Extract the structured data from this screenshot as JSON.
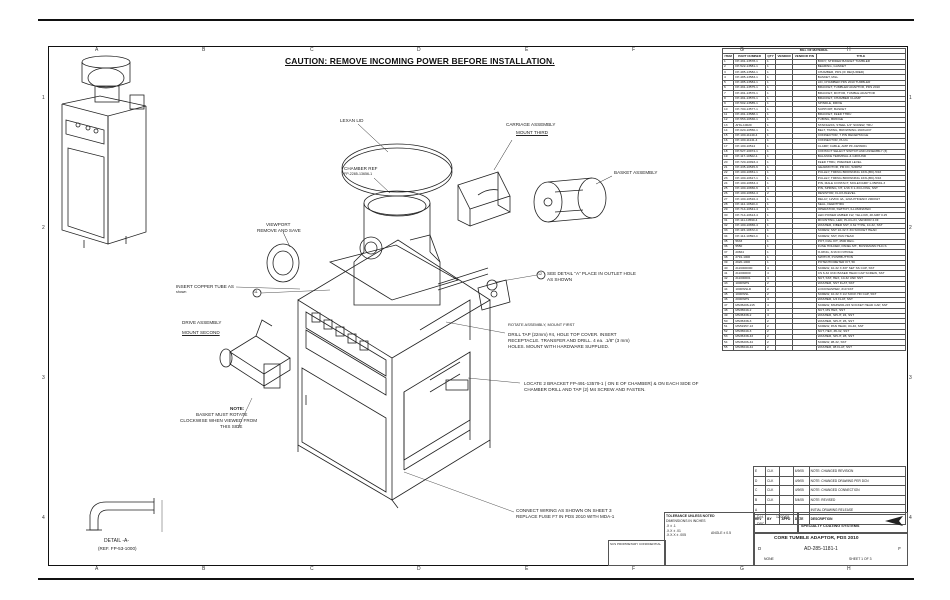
{
  "caution": "CAUTION: REMOVE INCOMING POWER BEFORE INSTALLATION.",
  "zones": {
    "top": [
      "A",
      "B",
      "C",
      "D",
      "E",
      "F",
      "G",
      "H"
    ],
    "side": [
      "1",
      "2",
      "3",
      "4"
    ]
  },
  "labels": {
    "lexan_lid": "LEXAN LID",
    "carriage_assembly": "CARRIAGE ASSEMBLY",
    "mount_third": "MOUNT THIRD",
    "basket_assembly": "BASKET ASSEMBLY",
    "chamber_ref": "CHAMBER REF",
    "chamber_ref_pn": "FP-2285-13656-1",
    "viewport": "VIEWPORT",
    "viewport_note": "REMOVE AND SAVE",
    "insert_copper": "INSERT COPPER TUBE AS",
    "insert_copper_2": "shown",
    "see_detail": "SEE DETAIL \"A\" PLACE IN OUTLET HOLE",
    "see_detail_2": "AS SHOWN",
    "rotate_note": "ROTATE ASSEMBLY, MOUNT FIRST",
    "drill_tap": "DRILL TAP (22mm) #4, HOLE TOP COVER. INSERT",
    "drill_tap_2": "RECEPTACLE. TRANSFER AND DRILL. 4 ea. .1/8\" (3 mm)",
    "drill_tap_3": "HOLES. MOUNT WITH HARDWARE SUPPLIED.",
    "drive_assembly": "DRIVE ASSEMBLY",
    "mount_second": "MOUNT SECOND",
    "note_title": "NOTE:",
    "note_1": "BASKET MUST ROTATE",
    "note_2": "CLOCKWISE WHEN VIEWED FROM",
    "note_3": "THIS SIDE",
    "locate_bracket": "LOCATE 2 BRACKET FP-491-13579-1 ( ON E OF CHAMBER) & ON EACH SIDE OF",
    "locate_bracket_2": "CHAMBER DRILL AND TAP (2) M4 SCREW AND FASTEN.",
    "connect_wiring": "CONNECT WIRING AS SHOWN ON SHEET 3",
    "connect_wiring_2": "REPLACE FUSE F7 IN PDS 2010 WITH MDA-1",
    "detail_a": "DETAIL -A-",
    "detail_a_ref": "(REF. FP-53-1000)",
    "item_11": "11",
    "item_12": "12"
  },
  "bom": {
    "title": "BILL OF MATERIAL",
    "headers": [
      "ITEM",
      "PART NUMBER",
      "QTY",
      "VENDOR",
      "VENDOR P/N",
      "TITLE"
    ],
    "rows": [
      [
        "1",
        "FP-491-13578-1",
        "1",
        "",
        "",
        "BODY, STRIDER BASKET TUMBLER"
      ],
      [
        "2",
        "FP-522-13581-1",
        "1",
        "",
        "",
        "BEARING, GASKET"
      ],
      [
        "3",
        "FP-485-13582-1",
        "1",
        "",
        "",
        "CHAMBER, PDS (IF REQUIRED)"
      ],
      [
        "4",
        "FP-485-13583-1",
        "1",
        "",
        "",
        "BASKET, MILL"
      ],
      [
        "5",
        "FP-485-13584-1",
        "1",
        "",
        "",
        "LID, CHAMBER PDS 2010 TUMBLER"
      ],
      [
        "6",
        "FP-491-13575-1",
        "1",
        "",
        "",
        "BRACKET, TUMBLER ADAPTOR, PDS 2010"
      ],
      [
        "7",
        "FP-491-13576-1",
        "1",
        "",
        "",
        "BRACKET, MOTOR, TUMBLE ADAPTOR"
      ],
      [
        "8",
        "FP-491-13576-1",
        "1",
        "",
        "",
        "BRACKET, CHAMBER CLAMP"
      ],
      [
        "9",
        "FP-502-13585-1",
        "1",
        "",
        "",
        "SPINDLE, DRIVE"
      ],
      [
        "10",
        "FP-700-13577-1",
        "1",
        "",
        "",
        "SUPPORT, BASKET"
      ],
      [
        "11",
        "FP-491-13588-1",
        "1",
        "",
        "",
        "BRACKET, FEED THRU"
      ],
      [
        "12",
        "FP-553-10530-1",
        "1",
        "",
        "",
        "TUBING, BRIDGE"
      ],
      [
        "13",
        "AHG-10020",
        "1",
        "",
        "",
        "STAINLESS, STEEL 1/4\" SCREW, TRU"
      ],
      [
        "14",
        "FP-020-10550-1",
        "1",
        "",
        "",
        "BELT, TIMING, BROWNING 160XL037"
      ],
      [
        "15",
        "FP-100-11140-4",
        "1",
        "",
        "",
        "CONNECTOR, 7 PIN RECEPTACLE"
      ],
      [
        "16",
        "FP-100-11141-4",
        "1",
        "",
        "",
        "CONNECTOR, PLUG"
      ],
      [
        "17",
        "FP-100-10514",
        "1",
        "",
        "",
        "CLAMP, CABLE, AMP PF-CE56001"
      ],
      [
        "18",
        "FP-527-10974-1",
        "1",
        "",
        "",
        "CONTACT SELECT SWITCH AND ASSEMBLY (3)"
      ],
      [
        "19",
        "FP-117-10522-1",
        "1",
        "",
        "",
        "BALANCE TERMINAL & GROUND"
      ],
      [
        "20",
        "FP-720-10993-4",
        "1",
        "",
        "",
        "FEED THRU, PREMIER LEVEL"
      ],
      [
        "21",
        "FP-435-10545-6",
        "1",
        "",
        "",
        "GEARMOTOR, PM DC, 52RPM"
      ],
      [
        "22",
        "FP-100-10651-1",
        "1",
        "",
        "",
        "PULLEY, TIMING BROWNING 16XL(BK)-5/16"
      ],
      [
        "23",
        "FP-100-10617-1",
        "1",
        "",
        "",
        "PULLEY, TIMING BROWNING 16XL(BK)-5/16"
      ],
      [
        "24",
        "FP-100-10653-4",
        "1",
        "",
        "",
        "PIN, MALE CONTACT, MOLEX/AMP 1-350591-3"
      ],
      [
        "25",
        "FP-100-10650-6",
        "4",
        "",
        "",
        "PIN, SPRING, NT, 1/16 X 1-3/4 LONG, SST"
      ],
      [
        "26",
        "FP-100-10652-4",
        "2",
        "",
        "",
        "RESISTOR, FLUX-8LEVEL"
      ],
      [
        "27",
        "FP-100-10516-4",
        "1",
        "",
        "",
        "RELAY, 12VDC 4A, 120A PHOENIX 2900327"
      ],
      [
        "28",
        "FP-112-10540-4",
        "1",
        "",
        "",
        "SEAL, FEEDTHRU"
      ],
      [
        "29",
        "FP-714-10541-4",
        "1",
        "",
        "",
        "OPERATOR, SWITCH, ILLUMINATED"
      ],
      [
        "30",
        "FP-714-10613-4",
        "1",
        "",
        "",
        "LED POWER AMBER 1W, YELLOW, 48 AMP 0.25"
      ],
      [
        "31",
        "FP-111-10590-4",
        "1",
        "",
        "",
        "MOUNTING, LED, PLUG-IN, VENDOR 4.0F"
      ],
      [
        "32",
        "FP-100-10656-4",
        "1",
        "",
        "",
        "WASHER, FIBER SST, 0.62 TYPE, 10-32, SST"
      ],
      [
        "33",
        "FP-115-10672-4",
        "1",
        "",
        "",
        "SCREW, SST 10-32 X 3/4 SOCKET HEAD"
      ],
      [
        "34",
        "FP-114-10593-4",
        "1",
        "",
        "",
        "SCREW, SST, PAN HEAD"
      ],
      [
        "35",
        "5633",
        "1",
        "",
        "",
        "POT, DIAL KIT, 4500 REG."
      ],
      [
        "36",
        "5550",
        "1",
        "",
        "",
        "FUSE HOLDER, PANEL MT., BUSSMANN HLD-S"
      ],
      [
        "37",
        "20664",
        "1",
        "",
        "",
        "O-RING, 3/16 ID NITRILE"
      ],
      [
        "38",
        "2791-1000",
        "1",
        "",
        "",
        "SWITCH, PUSHBUTTON"
      ],
      [
        "39",
        "2920-1000",
        "1",
        "",
        "",
        "POTENTIOMETER KIT, 5K"
      ],
      [
        "40",
        "2116000000",
        "4",
        "",
        "",
        "SCREW, 10-32 X 3/8\" SET SS CUP, SST"
      ],
      [
        "41",
        "211000000",
        "4",
        "",
        "",
        "CS 6-32 UNC BASED HEAD CAP SCREW, SST"
      ],
      [
        "42",
        "211000001",
        "4",
        "",
        "",
        "NUT, SST, HEX, 10-32 UNF SST"
      ],
      [
        "43",
        "1000WPS",
        "2",
        "",
        "",
        "WASHER, SST FLAT, SST"
      ],
      [
        "44",
        "1000WSLD",
        "2",
        "",
        "",
        "LOCKWASHER, #10 SST"
      ],
      [
        "45",
        "1000WSL",
        "2",
        "",
        "",
        "SCREW, 10-32 X 1/2 SOCK HD CAP, SST"
      ],
      [
        "46",
        "2000WPS",
        "4",
        "",
        "",
        "WASHER, 1/4 FLAT, SST"
      ],
      [
        "47",
        "MS35206-215",
        "4",
        "",
        "",
        "SCREW, MS35206-215 SOCKET HEAD CAP, SST"
      ],
      [
        "48",
        "MS35649-2",
        "4",
        "",
        "",
        "NUT, MS HEX, SST"
      ],
      [
        "49",
        "MS35338-2",
        "4",
        "",
        "",
        "WASHER, SPLIT, #4, SST"
      ],
      [
        "50",
        "MS35338-3",
        "2",
        "",
        "",
        "WASHER, SPLIT, #6, SST"
      ],
      [
        "51",
        "MS51957-13",
        "2",
        "",
        "",
        "SCREW, PAN HEAD, #4-40, SST"
      ],
      [
        "52",
        "MS35649-3",
        "2",
        "",
        "",
        "NUT, HEX, #6-32, SST"
      ],
      [
        "53",
        "MS35338-43",
        "2",
        "",
        "",
        "WASHER, SPLIT, #8, SST"
      ],
      [
        "54",
        "MS35206-44",
        "2",
        "",
        "",
        "SCREW, #8-32, SST"
      ],
      [
        "55",
        "MS35649-44",
        "2",
        "",
        "",
        "WASHER, #8 FLAT, SST"
      ]
    ]
  },
  "revisions": {
    "rows": [
      [
        "E",
        "CLK",
        "",
        "6/9/05",
        "NOTE: CHANGED REVISION"
      ],
      [
        "D",
        "CLK",
        "",
        "4/9/05",
        "NOTE: CHANGED DRAWING PER DCN"
      ],
      [
        "C",
        "CLK",
        "",
        "4/9/05",
        "NOTE: CHANGED CONNECTION"
      ],
      [
        "B",
        "CLK",
        "",
        "5/4/05",
        "NOTE: REVISED"
      ],
      [
        "A",
        "",
        "",
        "",
        "INITIAL DRAWING RELEASE"
      ]
    ],
    "header": [
      "REV",
      "BY",
      "APPD",
      "DATE",
      "DESCRIPTION"
    ]
  },
  "title_block": {
    "company": "SPECIALTY COATING SYSTEMS",
    "title": "CORE TUMBLE ADAPTOR, PDS 2010",
    "drawing_no": "AD-285-1181-1",
    "rev": "F",
    "size": "D",
    "scale": "NONE",
    "sheet": "SHEET 1 OF 3",
    "tolerance_title": "TOLERANCE UNLESS NOTED",
    "tolerance_2": "DIMENSIONS IN INCHES",
    "drawn_by": "D.H.",
    "date": "12/20/05",
    "checked": "DRC",
    "confidential_title": "SCS PROPRIETARY CONFIDENTIAL",
    "tol_x": ".X  ± .1",
    "tol_xx": ".X.X  ± .01",
    "tol_xxx": ".X.X.X ± .005",
    "tol_angle": "ANGLE ± 0.5"
  }
}
